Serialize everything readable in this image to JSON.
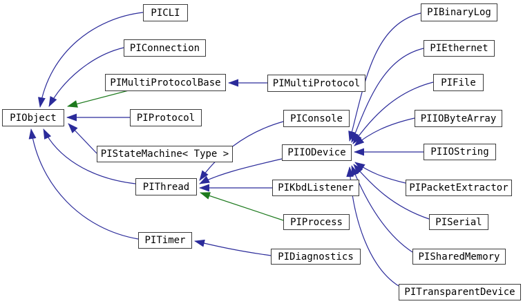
{
  "colors": {
    "background": "#ffffff",
    "node_fill": "#ffffff",
    "node_border": "#3b3b3b",
    "node_text": "#000000",
    "edge_blue": "#2b2b9a",
    "edge_green": "#1d7a1d"
  },
  "nodes": [
    {
      "id": "picli",
      "label": "PICLI"
    },
    {
      "id": "piconnection",
      "label": "PIConnection"
    },
    {
      "id": "pimultiprotocolbase",
      "label": "PIMultiProtocolBase"
    },
    {
      "id": "piobject",
      "label": "PIObject"
    },
    {
      "id": "piprotocol",
      "label": "PIProtocol"
    },
    {
      "id": "pistatemachine",
      "label": "PIStateMachine< Type >"
    },
    {
      "id": "pithread",
      "label": "PIThread"
    },
    {
      "id": "pitimer",
      "label": "PITimer"
    },
    {
      "id": "pimultiprotocol",
      "label": "PIMultiProtocol"
    },
    {
      "id": "piconsole",
      "label": "PIConsole"
    },
    {
      "id": "piiodevice",
      "label": "PIIODevice"
    },
    {
      "id": "pikbdlistener",
      "label": "PIKbdListener"
    },
    {
      "id": "piprocess",
      "label": "PIProcess"
    },
    {
      "id": "pidiagnostics",
      "label": "PIDiagnostics"
    },
    {
      "id": "pibinarylog",
      "label": "PIBinaryLog"
    },
    {
      "id": "piethernet",
      "label": "PIEthernet"
    },
    {
      "id": "pifile",
      "label": "PIFile"
    },
    {
      "id": "piiobytearray",
      "label": "PIIOByteArray"
    },
    {
      "id": "piiostring",
      "label": "PIIOString"
    },
    {
      "id": "pipacketextractor",
      "label": "PIPacketExtractor"
    },
    {
      "id": "piserial",
      "label": "PISerial"
    },
    {
      "id": "pisharedmemory",
      "label": "PISharedMemory"
    },
    {
      "id": "pitransparentdevice",
      "label": "PITransparentDevice"
    }
  ],
  "edges": [
    {
      "from": "PICLI",
      "to": "PIObject",
      "color": "blue"
    },
    {
      "from": "PIConnection",
      "to": "PIObject",
      "color": "blue"
    },
    {
      "from": "PIMultiProtocolBase",
      "to": "PIObject",
      "color": "green"
    },
    {
      "from": "PIProtocol",
      "to": "PIObject",
      "color": "blue"
    },
    {
      "from": "PIStateMachine< Type >",
      "to": "PIObject",
      "color": "blue"
    },
    {
      "from": "PIThread",
      "to": "PIObject",
      "color": "blue"
    },
    {
      "from": "PITimer",
      "to": "PIObject",
      "color": "blue"
    },
    {
      "from": "PIMultiProtocol",
      "to": "PIMultiProtocolBase",
      "color": "blue"
    },
    {
      "from": "PIConsole",
      "to": "PIThread",
      "color": "blue"
    },
    {
      "from": "PIIODevice",
      "to": "PIThread",
      "color": "blue"
    },
    {
      "from": "PIKbdListener",
      "to": "PIThread",
      "color": "blue"
    },
    {
      "from": "PIProcess",
      "to": "PIThread",
      "color": "green"
    },
    {
      "from": "PIDiagnostics",
      "to": "PITimer",
      "color": "blue"
    },
    {
      "from": "PIBinaryLog",
      "to": "PIIODevice",
      "color": "blue"
    },
    {
      "from": "PIEthernet",
      "to": "PIIODevice",
      "color": "blue"
    },
    {
      "from": "PIFile",
      "to": "PIIODevice",
      "color": "blue"
    },
    {
      "from": "PIIOByteArray",
      "to": "PIIODevice",
      "color": "blue"
    },
    {
      "from": "PIIOString",
      "to": "PIIODevice",
      "color": "blue"
    },
    {
      "from": "PIPacketExtractor",
      "to": "PIIODevice",
      "color": "blue"
    },
    {
      "from": "PISerial",
      "to": "PIIODevice",
      "color": "blue"
    },
    {
      "from": "PISharedMemory",
      "to": "PIIODevice",
      "color": "blue"
    },
    {
      "from": "PITransparentDevice",
      "to": "PIIODevice",
      "color": "blue"
    }
  ]
}
